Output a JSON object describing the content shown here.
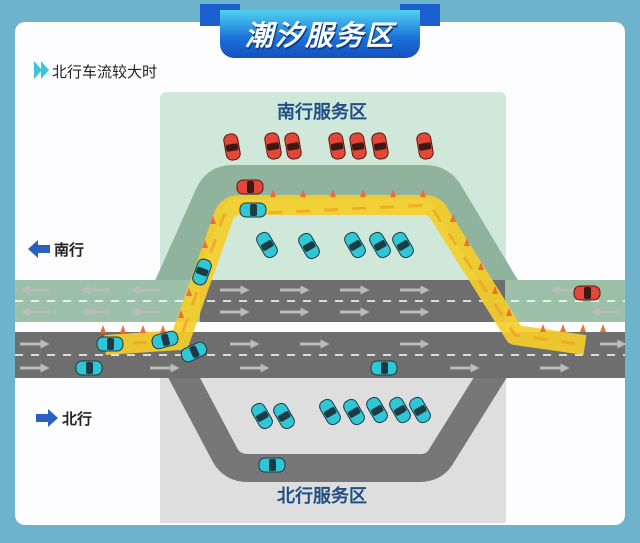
{
  "header": {
    "title": "潮汐服务区"
  },
  "subtitle": "北行车流较大时",
  "directions": {
    "south": "南行",
    "north": "北行"
  },
  "zones": {
    "south": "南行服务区",
    "north": "北行服务区"
  },
  "colors": {
    "background": "#6db3cb",
    "accent": "#1a6fd6",
    "tidal_path": "#f5cd2a",
    "car_teal": "#2fc6d6",
    "car_red": "#e2473a"
  }
}
